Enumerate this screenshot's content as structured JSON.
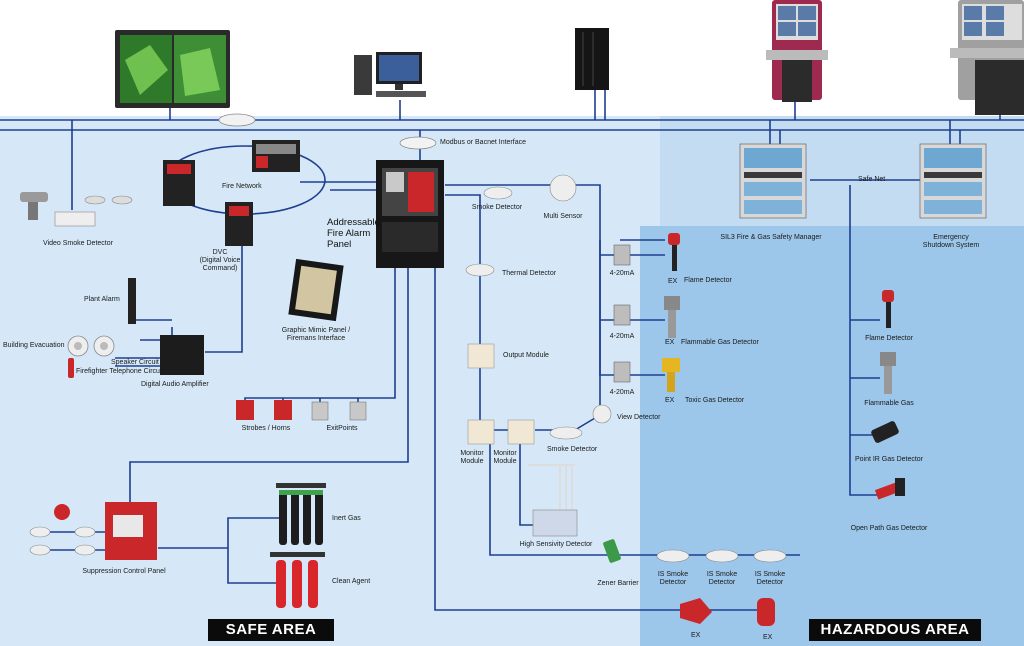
{
  "colors": {
    "safe_area_bg": "#d6e8f7",
    "hazard_area_bg": "#9cc6ea",
    "top_bg": "#ffffff",
    "wire": "#1e3f8f",
    "panel_red": "#c9272a",
    "label_bg": "#0b0b0b"
  },
  "areas": {
    "safe": "SAFE AREA",
    "hazardous": "HAZARDOUS AREA"
  },
  "interfaces": {
    "modbus": "Modbus or Bacnet Interface",
    "safe_net": "Safe Net"
  },
  "safe_side": {
    "video_smoke_detector": "Video Smoke Detector",
    "fire_network": "Fire Network",
    "dvc": "DVC\n(Digital Voice\nCommand)",
    "fire_alarm_panel": "Addressable\nFire Alarm\nPanel",
    "graphic_mimic_panel": "Graphic Mimic Panel /\nFiremans Interface",
    "plant_alarm": "Plant Alarm",
    "building_evacuation": "Building Evacuation",
    "speaker_circuit": "Speaker Circuit",
    "firefighter_circuit": "Firefighter Telephone Circuit",
    "digital_audio_amplifier": "Digital Audio Amplifier",
    "strobes_horns": "Strobes / Horns",
    "exitpoints": "ExitPoints",
    "suppression_panel": "Suppression Control Panel",
    "inert_gas": "Inert Gas",
    "clean_agent": "Clean Agent"
  },
  "loop_devices": {
    "smoke_detector_top": "Smoke Detector",
    "multi_sensor": "Multi Sensor",
    "thermal_detector": "Thermal Detector",
    "output_module": "Output Module",
    "monitor_module_1": "Monitor\nModule",
    "monitor_module_2": "Monitor\nModule",
    "smoke_detector_bottom": "Smoke Detector",
    "view_detector": "View Detector",
    "high_sensivity": "High Sensivity Detector",
    "zener_barrier": "Zener Barrier"
  },
  "hazard_side": {
    "sil3_manager": "SIL3 Fire & Gas Safety Manager",
    "esd": "Emergency\nShutdown System",
    "ma_1": "4-20mA",
    "ma_2": "4-20mA",
    "ma_3": "4-20mA",
    "ex_1": "EX",
    "flame_detector_1": "Flame Detector",
    "ex_2": "EX",
    "flammable_gas_detector": "Flammable Gas Detector",
    "ex_3": "EX",
    "toxic_gas_detector": "Toxic Gas Detector",
    "flame_detector_2": "Flame Detector",
    "flammable_gas": "Flammable Gas",
    "point_ir": "Point IR Gas Detector",
    "open_path": "Open Path Gas Detector",
    "is_smoke_1": "IS Smoke\nDetector",
    "is_smoke_2": "IS Smoke\nDetector",
    "is_smoke_3": "IS Smoke\nDetector",
    "ex_sounder": "EX",
    "ex_beacon": "EX"
  }
}
